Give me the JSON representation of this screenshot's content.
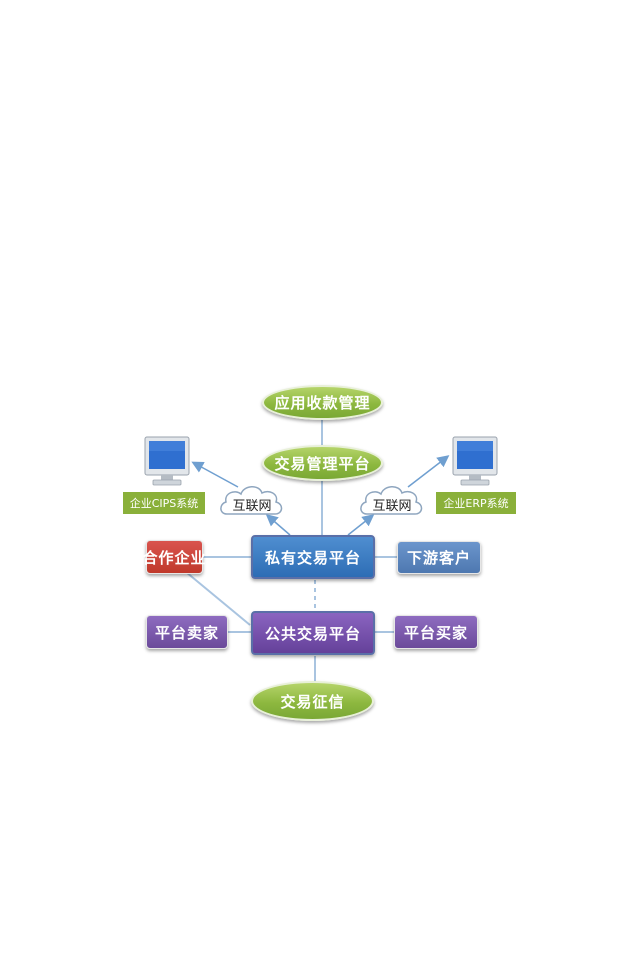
{
  "nodes": {
    "receivables": "应用收款管理",
    "trade_mgmt": "交易管理平台",
    "private_platform": "私有交易平台",
    "public_platform": "公共交易平台",
    "partner": "合作企业",
    "downstream": "下游客户",
    "seller": "平台卖家",
    "buyer": "平台买家",
    "credit": "交易征信"
  },
  "clouds": {
    "left": "互联网",
    "right": "互联网"
  },
  "systems": {
    "left": "企业CIPS系统",
    "right": "企业ERP系统"
  },
  "colors": {
    "green": "#8db83f",
    "blue": "#2d6db5",
    "red": "#c0392b",
    "purple": "#6b4a9a",
    "connector": "#a9c4e0"
  },
  "icons": {
    "monitor": "monitor-icon",
    "cloud": "cloud-icon"
  }
}
